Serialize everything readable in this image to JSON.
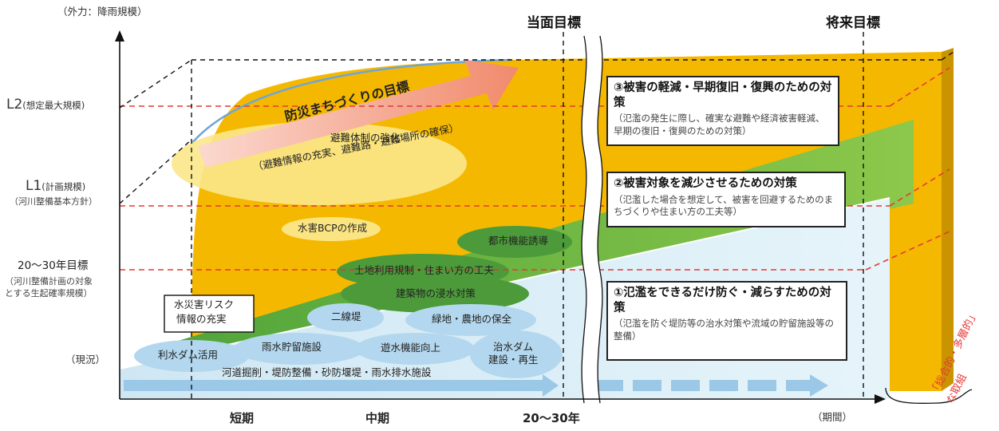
{
  "axis": {
    "y_title": "（外力：降雨規模）",
    "x_end": "（期間）"
  },
  "levels": {
    "l2": {
      "label": "L2",
      "sub": "(想定最大規模)"
    },
    "l1": {
      "label": "L1",
      "sub": "(計画規模)",
      "sub2": "（河川整備基本方針）"
    },
    "t2030": {
      "label": "20～30年目標",
      "sub": "（河川整備計画の対象",
      "sub2": "とする生起確率規模）"
    },
    "current": {
      "label": "（現況）"
    }
  },
  "headers": {
    "near_term": "当面目標",
    "future": "将来目標"
  },
  "x_labels": {
    "short": "短期",
    "mid": "中期",
    "year": "20～30年"
  },
  "arrow": {
    "label": "防災まちづくりの目標"
  },
  "yellow_zone": {
    "evac_line1": "避難体制の強化",
    "evac_line2": "（避難情報の充実、避難路・避難場所の確保）",
    "bcp": "水害BCPの作成"
  },
  "green_zone": {
    "city": "都市機能誘導",
    "land": "土地利用規制・住まい方の工夫",
    "building": "建築物の浸水対策"
  },
  "blue_zone": {
    "dual_levee": "二線堤",
    "green_farm": "緑地・農地の保全",
    "rainwater": "雨水貯留施設",
    "water_dam": "利水ダム活用",
    "retention": "遊水機能向上",
    "flood_dam_1": "治水ダム",
    "flood_dam_2": "建設・再生",
    "bottom": "河道掘削・堤防整備・砂防堰堤・雨水排水施設"
  },
  "risk_box": {
    "line1": "水災害リスク",
    "line2": "情報の充実"
  },
  "boxes": {
    "b3": {
      "title": "③被害の軽減・早期復旧・復興のための対策",
      "desc": "（氾濫の発生に際し、確実な避難や経済被害軽減、早期の復旧・復興のための対策）"
    },
    "b2": {
      "title": "②被害対象を減少させるための対策",
      "desc": "（氾濫した場合を想定して、被害を回避するためのまちづくりや住まい方の工夫等）"
    },
    "b1": {
      "title": "①氾濫をできるだけ防ぐ・減らすための対策",
      "desc": "（氾濫を防ぐ堤防等の治水対策や流域の貯留施設等の整備）"
    }
  },
  "side_note": {
    "line1": "「総合的・多層的」",
    "line2": "な取組"
  },
  "colors": {
    "yellow": "#F5B800",
    "green": "#6CB33F",
    "light_blue": "#D9EEF7",
    "blue_ellipse": "#B3D7EE",
    "red_dash": "#E53935",
    "arrow_pink": "#F4A08C"
  }
}
